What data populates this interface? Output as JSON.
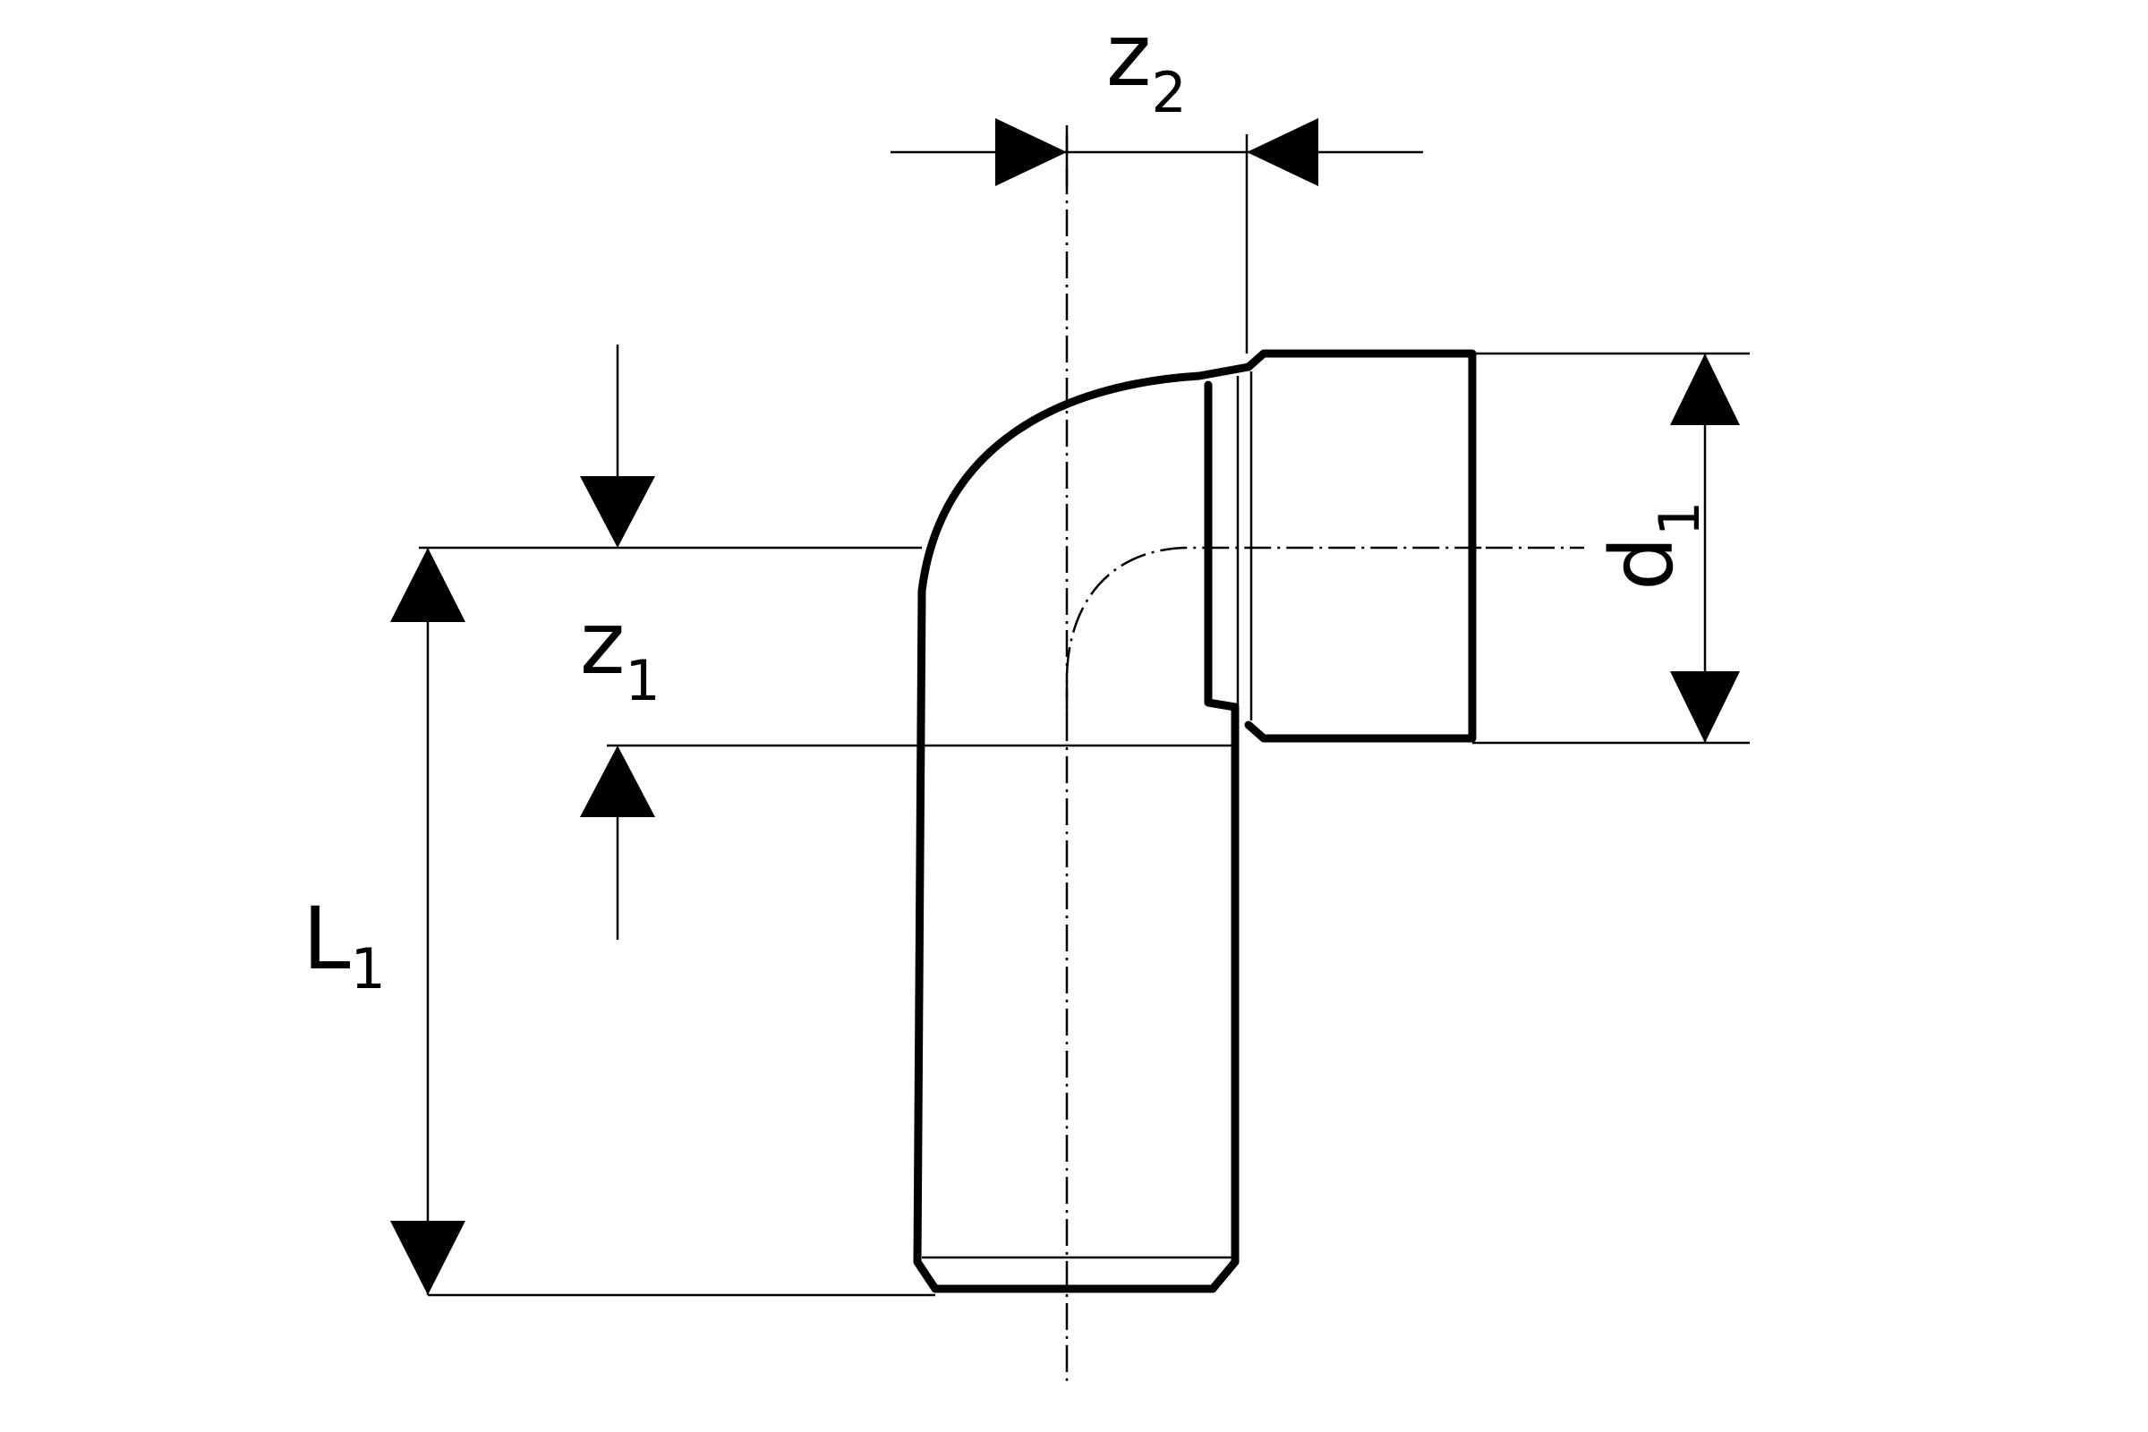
{
  "labels": {
    "z2": {
      "letter": "z",
      "sub": "2"
    },
    "z1": {
      "letter": "z",
      "sub": "1"
    },
    "d1": {
      "letter": "d",
      "sub": "1"
    },
    "L1": {
      "letter": "L",
      "sub": "1"
    }
  }
}
